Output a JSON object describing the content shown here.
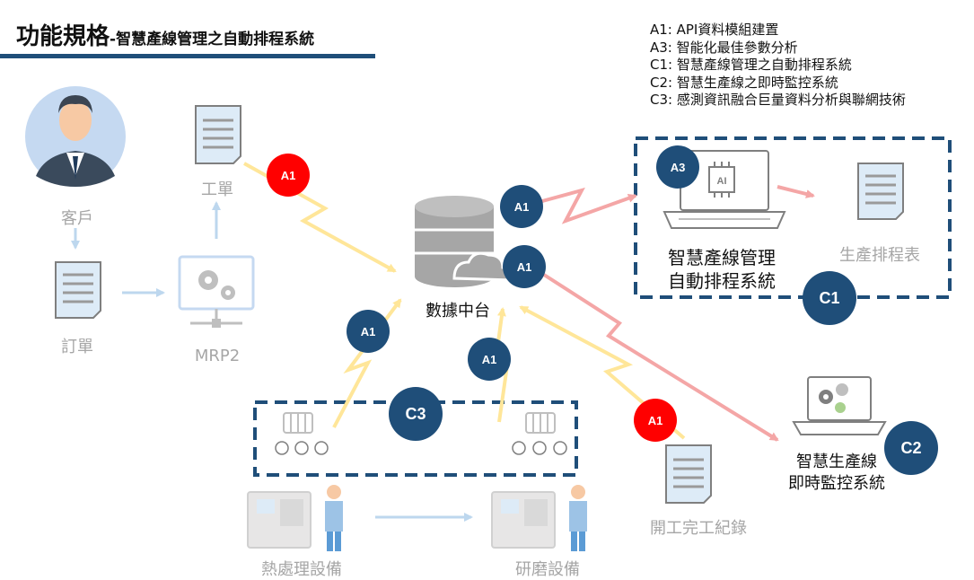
{
  "header": {
    "title_main": "功能規格",
    "title_sub": "-智慧產線管理之自動排程系統"
  },
  "legend": [
    "A1: API資料模組建置",
    "A3: 智能化最佳參數分析",
    "C1: 智慧產線管理之自動排程系統",
    "C2: 智慧生產線之即時監控系統",
    "C3: 感測資訊融合巨量資料分析與聯網技術"
  ],
  "nodes": {
    "customer": "客戶",
    "order": "訂單",
    "work_order": "工單",
    "mrp": "MRP2",
    "data_platform": "數據中台",
    "scheduling_line1": "智慧產線管理",
    "scheduling_line2": "自動排程系統",
    "production_schedule": "生產排程表",
    "monitor_line1": "智慧生產線",
    "monitor_line2": "即時監控系統",
    "work_record": "開工完工紀錄",
    "heat_treatment": "熱處理設備",
    "grinding": "研磨設備"
  },
  "badges": {
    "a1": "A1",
    "a3": "A3",
    "c1": "C1",
    "c2": "C2",
    "c3": "C3",
    "ai_chip": "AI"
  },
  "colors": {
    "navy": "#1f4e79",
    "red": "#ff0000",
    "yellow_link": "#ffe699",
    "pink_link": "#f4a6a6",
    "faded_text": "#a6a6a6",
    "icon_light": "#ddebf7",
    "icon_border": "#7f7f7f"
  }
}
